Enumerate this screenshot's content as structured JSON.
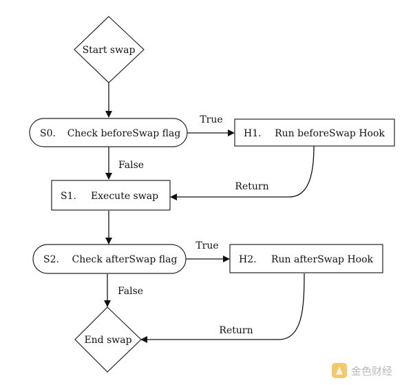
{
  "nodes": {
    "start": {
      "label": "Start swap"
    },
    "s0": {
      "id": "S0.",
      "label": "Check beforeSwap flag"
    },
    "h1": {
      "id": "H1.",
      "label": "Run beforeSwap Hook"
    },
    "s1": {
      "id": "S1.",
      "label": "Execute swap"
    },
    "s2": {
      "id": "S2.",
      "label": "Check afterSwap flag"
    },
    "h2": {
      "id": "H2.",
      "label": "Run afterSwap Hook"
    },
    "end": {
      "label": "End swap"
    }
  },
  "edges": {
    "s0_h1": "True",
    "s0_s1": "False",
    "h1_s1": "Return",
    "s2_h2": "True",
    "s2_end": "False",
    "h2_end": "Return"
  },
  "watermark": {
    "text": "金色财经"
  }
}
